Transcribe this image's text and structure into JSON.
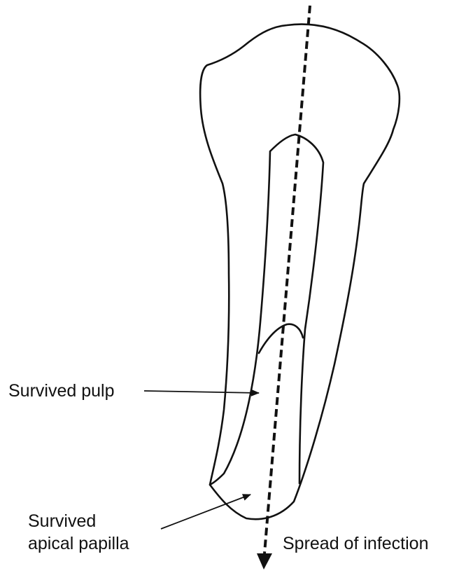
{
  "labels": {
    "survived_pulp": "Survived pulp",
    "survived_apical_papilla_line1": "Survived",
    "survived_apical_papilla_line2": "apical papilla",
    "spread_of_infection": "Spread of infection"
  },
  "colors": {
    "ink": "#111111",
    "background": "#ffffff"
  }
}
